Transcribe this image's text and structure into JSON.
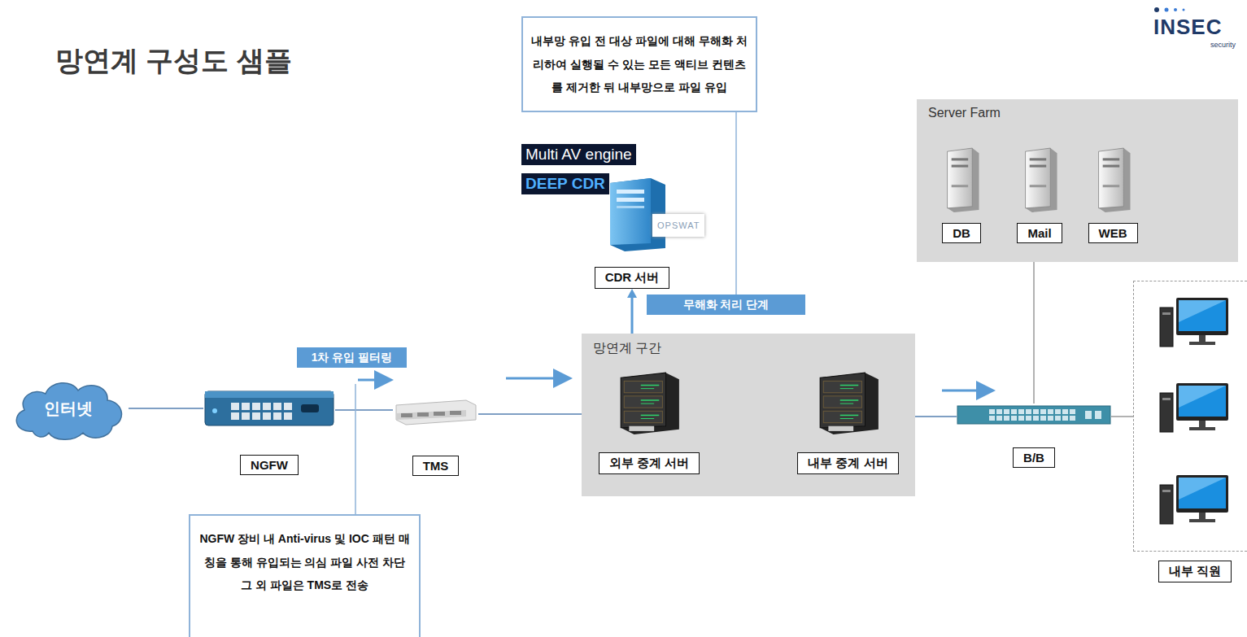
{
  "diagram": {
    "title": "망연계 구성도 샘플",
    "nodes": [
      {
        "text": [
          "내부망 유입 전 대상 파일에 대해 무해화 처리하여 실행될 수 있는 모든 액티브 컨텐츠를 제거한 뒤 내부망으로 파일 유입"
        ]
      },
      {
        "text": [
          "Multi AV engine"
        ]
      },
      {
        "text": [
          "DEEP CDR"
        ]
      },
      {
        "text": [
          "OPSWAT",
          "CDR 서버"
        ]
      },
      {
        "text": [
          "무해화 처리 단계"
        ]
      },
      {
        "text": [
          "Server Farm"
        ]
      },
      {
        "text": [
          "DB"
        ],
        "in": 5
      },
      {
        "text": [
          "Mail"
        ],
        "in": 5
      },
      {
        "text": [
          "WEB"
        ],
        "in": 5
      },
      {
        "text": [
          "1차 유입 필터링"
        ]
      },
      {
        "text": [
          "망연계 구간"
        ]
      },
      {
        "text": [
          "외부 중계 서버"
        ],
        "in": 10
      },
      {
        "text": [
          "내부 중계 서버"
        ],
        "in": 10
      },
      {
        "text": [
          "인터넷"
        ]
      },
      {
        "text": [
          "NGFW"
        ]
      },
      {
        "text": [
          "TMS"
        ]
      },
      {
        "text": [
          "B/B"
        ]
      },
      {
        "text": [
          "내부 직원"
        ]
      },
      {
        "text": [
          "NGFW 장비 내 Anti-virus 및 IOC 패턴 매칭을 통해 유입되는 의심 파일 사전 차단 그 외 파일은 TMS로 전송"
        ]
      }
    ],
    "edges": [
      {
        "from": 13,
        "to": 14,
        "arrow": "none"
      },
      {
        "from": 14,
        "to": 15,
        "arrow": "none"
      },
      {
        "from": 15,
        "to": 10,
        "arrow": "none"
      },
      {
        "from": 10,
        "to": 3,
        "arrow": "to"
      },
      {
        "from": 0,
        "to": 4,
        "arrow": "none"
      },
      {
        "from": 11,
        "to": 12,
        "arrow": "none"
      },
      {
        "from": 11,
        "to": 12,
        "arrow": "none"
      },
      {
        "from": 10,
        "to": 16,
        "arrow": "none"
      },
      {
        "from": 16,
        "to": 5,
        "arrow": "none"
      },
      {
        "from": 16,
        "to": 17,
        "arrow": "none"
      }
    ],
    "labels": [
      "INSEC",
      "security"
    ]
  }
}
